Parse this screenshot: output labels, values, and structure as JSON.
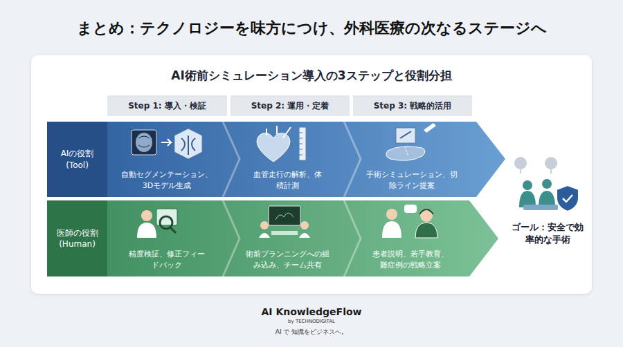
{
  "diagram": {
    "title": "まとめ：テクノロジーを味方につけ、外科医療の次なるステージへ",
    "nodes": [
      {
        "text": [
          "AI術前シミュレーション導入の3ステップと役割分担"
        ]
      },
      {
        "text": [
          "Step 1: 導入・検証"
        ],
        "in": 0
      },
      {
        "text": [
          "Step 2: 運用・定着"
        ],
        "in": 0
      },
      {
        "text": [
          "Step 3: 戦略的活用"
        ],
        "in": 0
      },
      {
        "text": [
          "AIの役割 (Tool)"
        ],
        "in": 0
      },
      {
        "text": [
          "自動セグメンテーション、3Dモデル生成"
        ],
        "in": 0
      },
      {
        "text": [
          "血管走行の解析、体積計測"
        ],
        "in": 0
      },
      {
        "text": [
          "手術シミュレーション、切除ライン提案"
        ],
        "in": 0
      },
      {
        "text": [
          "医師の役割 (Human)"
        ],
        "in": 0
      },
      {
        "text": [
          "精度検証、修正フィードバック"
        ],
        "in": 0
      },
      {
        "text": [
          "術前プランニングへの組み込み、チーム共有"
        ],
        "in": 0
      },
      {
        "text": [
          "患者説明、若手教育、難症例の戦略立案"
        ],
        "in": 0
      }
    ],
    "labels": [
      "ゴール：安全で効率的な手術",
      "AI KnowledgeFlow",
      "by TECHNODIGITAL",
      "AI で 知識をビジネスへ。"
    ]
  }
}
